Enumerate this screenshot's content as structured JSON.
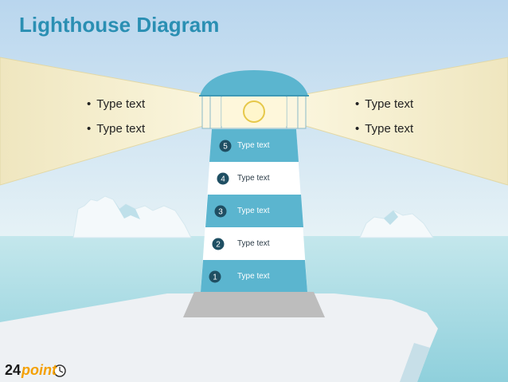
{
  "title": "Lighthouse Diagram",
  "left_bullets": [
    "Type text",
    "Type text"
  ],
  "right_bullets": [
    "Type text",
    "Type text"
  ],
  "bands": [
    {
      "number": "5",
      "label": "Type text"
    },
    {
      "number": "4",
      "label": "Type text"
    },
    {
      "number": "3",
      "label": "Type text"
    },
    {
      "number": "2",
      "label": "Type text"
    },
    {
      "number": "1",
      "label": "Type text"
    }
  ],
  "logo": {
    "number": "24",
    "word": "point"
  },
  "colors": {
    "title": "#2a8fb3",
    "tower_blue": "#5bb5cf",
    "badge": "#1f4f63",
    "sky": "#cfe6f2",
    "sea": "#a8dbe3",
    "beam": "#f7f0cf"
  }
}
